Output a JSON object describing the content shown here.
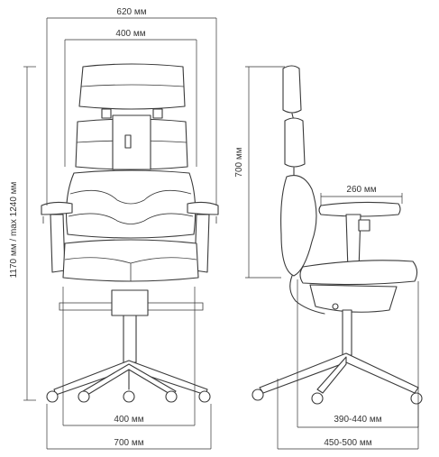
{
  "dimensions": {
    "front_outer_width": "620 мм",
    "front_back_width": "400 мм",
    "front_total_height": "1170 мм / max 1240 мм",
    "front_seat_width": "400 мм",
    "front_base_width": "700 мм",
    "side_back_height": "700 мм",
    "side_armrest_length": "260 мм",
    "side_seat_depth": "390-440 мм",
    "side_base_depth": "450-500 мм"
  },
  "colors": {
    "line": "#3a3a3a",
    "dimension": "#333333",
    "background": "#ffffff"
  }
}
